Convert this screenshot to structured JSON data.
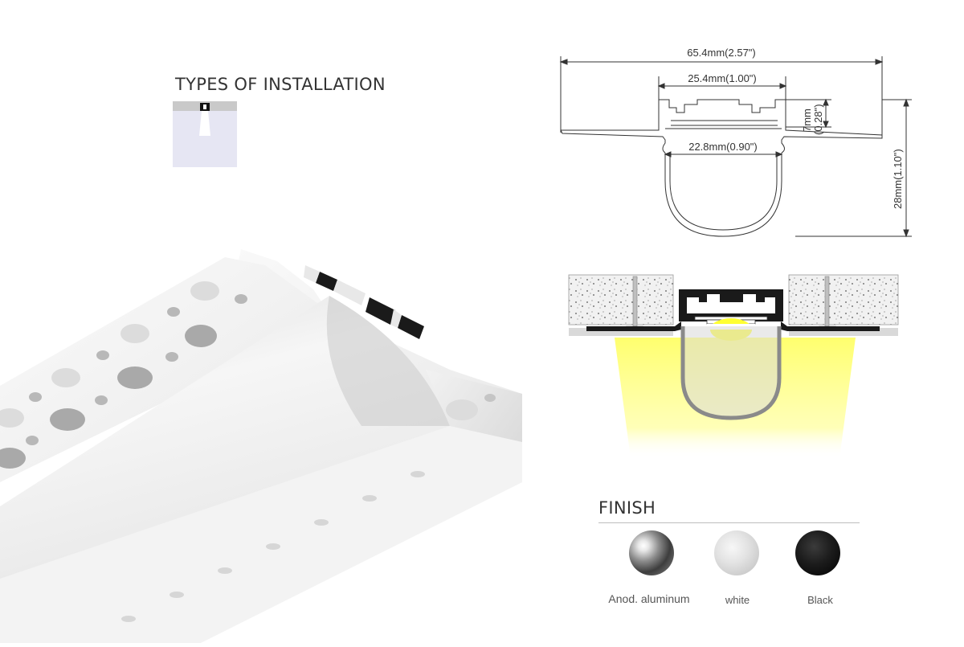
{
  "installation": {
    "title": "TYPES OF INSTALLATION",
    "icon": "recessed-plaster-in-icon"
  },
  "product_image": {
    "icon": "plaster-in-aluminium-profile-with-diffuser"
  },
  "dimensions": {
    "overall_width": "65.4mm(2.57\")",
    "channel_width": "25.4mm(1.00\")",
    "inner_width": "22.8mm(0.90\")",
    "lip_depth_mm": "7mm",
    "lip_depth_in": "(0.28\")",
    "total_height": "28mm(1.10\")"
  },
  "installation_diagram": {
    "icon": "drywall-install-cross-section",
    "light_color": "#ffff66"
  },
  "finish": {
    "title": "FINISH",
    "options": [
      {
        "label": "Anod. aluminum",
        "icon": "anodized-aluminum-swatch"
      },
      {
        "label": "white",
        "icon": "white-swatch"
      },
      {
        "label": "Black",
        "icon": "black-swatch"
      }
    ]
  }
}
